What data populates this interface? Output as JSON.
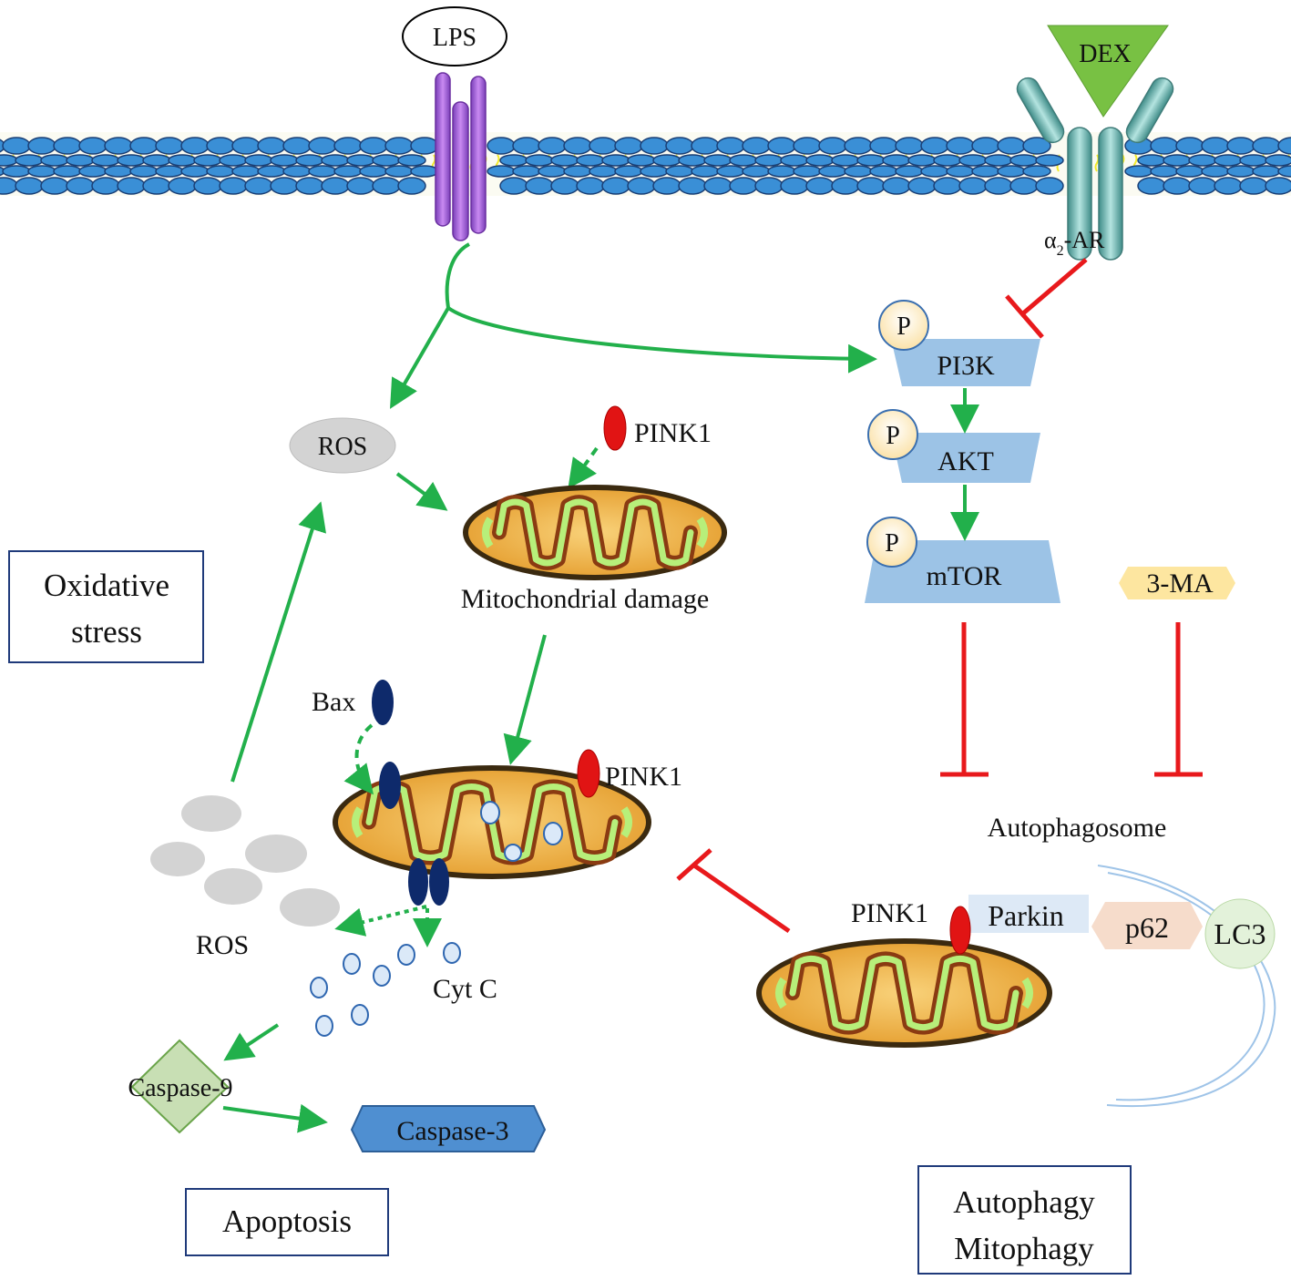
{
  "colors": {
    "activation_arrow": "#22b04b",
    "inhibition": "#e8191c",
    "membrane_head": "#3a8fd6",
    "membrane_tail": "#f2ea2a",
    "lps_receptor": "#a45bd6",
    "a2_receptor": "#7fc9c5",
    "dex": "#78c143",
    "kinase_box": "#9cc3e6",
    "phospho_circle": "#fdebc4",
    "three_ma": "#fde6a0",
    "ros": "#d3d3d3",
    "bax": "#0e2a6b",
    "pink1": "#e11414",
    "parkin": "#dde9f6",
    "p62": "#f6dccb",
    "lc3": "#e3f2da",
    "caspase9": "#c8dfb4",
    "caspase3": "#4f8fd1",
    "mito_outer": "#8a4b12",
    "mito_matrix": "#f6c35a",
    "mito_cristae_fill": "#b7ef7a"
  },
  "icons": [
    "lps-receptor-icon",
    "alpha2-receptor-icon",
    "dex-triangle-icon",
    "mitochondrion-icon",
    "bax-icon",
    "pink1-icon",
    "cytochrome-c-icon",
    "autophagosome-membrane-icon"
  ],
  "labels": {
    "lps": "LPS",
    "dex": "DEX",
    "a2ar_alpha": "α",
    "a2ar_sub": "2",
    "a2ar_rest": "-AR",
    "pi3k": "PI3K",
    "akt": "AKT",
    "mtor": "mTOR",
    "phospho": "P",
    "three_ma": "3-MA",
    "ros_top": "ROS",
    "ros_bottom": "ROS",
    "pink1_top": "PINK1",
    "pink1_mid": "PINK1",
    "pink1_bottom": "PINK1",
    "mito_damage": "Mitochondrial damage",
    "bax": "Bax",
    "cytc": "Cyt C",
    "caspase9": "Caspase-9",
    "caspase3": "Caspase-3",
    "autophagosome": "Autophagosome",
    "parkin": "Parkin",
    "p62": "p62",
    "lc3": "LC3",
    "oxidative_line1": "Oxidative",
    "oxidative_line2": "stress",
    "apoptosis": "Apoptosis",
    "autophagy_line1": "Autophagy",
    "autophagy_line2": "Mitophagy"
  }
}
